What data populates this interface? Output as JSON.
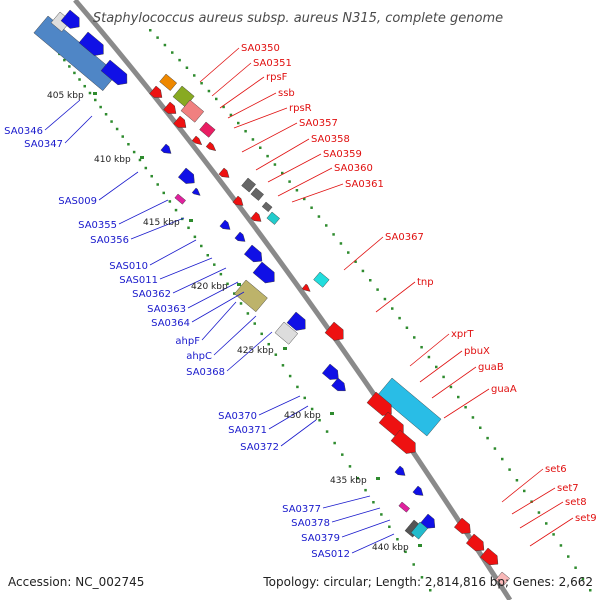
{
  "header": {
    "title": "Staphylococcus aureus subsp. aureus N315, complete genome"
  },
  "footer": {
    "accession": "Accession: NC_002745",
    "topology": "Topology: circular; Length: 2,814,816 bp; Genes: 2,662"
  },
  "colors": {
    "backbone": "#8a8a8a",
    "tick": "#2e8b2e",
    "minus_label": "#1a1acc",
    "plus_label": "#e01010",
    "minus_gene": "#1010e6",
    "plus_gene": "#ee1111",
    "long_gene_blue": "#4f86c6",
    "long_gene_cyan": "#29bde6"
  },
  "scale_labels": [
    "405 kbp",
    "410 kbp",
    "415 kbp",
    "420 kbp",
    "425 kbp",
    "430 kbp",
    "435 kbp",
    "440 kbp"
  ],
  "minus_labels": [
    "SA0346",
    "SA0347",
    "SAS009",
    "SA0355",
    "SA0356",
    "SAS010",
    "SAS011",
    "SA0362",
    "SA0363",
    "SA0364",
    "ahpF",
    "ahpC",
    "SA0368",
    "SA0370",
    "SA0371",
    "SA0372",
    "SA0377",
    "SA0378",
    "SA0379",
    "SAS012"
  ],
  "plus_labels": [
    "SA0350",
    "SA0351",
    "rpsF",
    "ssb",
    "rpsR",
    "SA0357",
    "SA0358",
    "SA0359",
    "SA0360",
    "SA0361",
    "SA0367",
    "tnp",
    "xprT",
    "pbuX",
    "guaB",
    "guaA",
    "set6",
    "set7",
    "set8",
    "set9"
  ]
}
